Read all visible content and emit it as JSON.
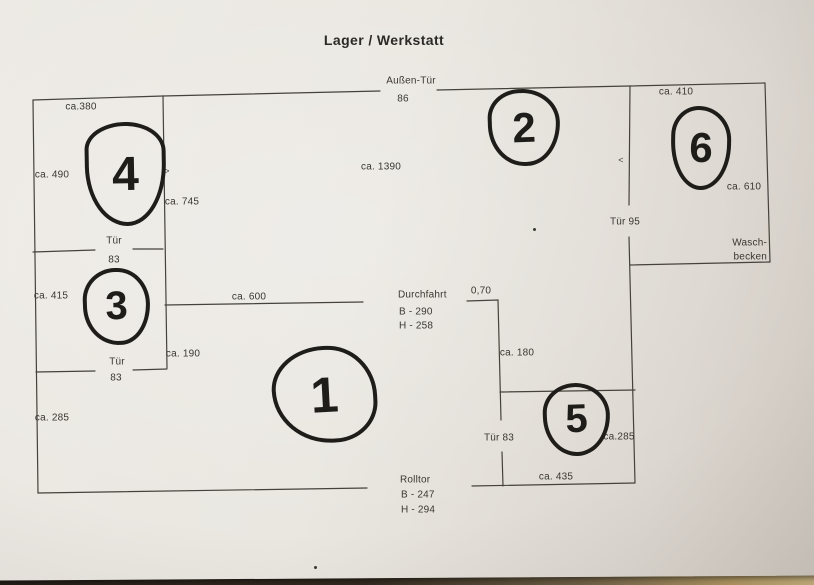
{
  "photo": {
    "paper_color": "#eae7e1",
    "paper_shadow_color": "#cec7bf",
    "background_color": "#171310",
    "table_edge_color": "#a8905f",
    "wall_ink_color": "#45423c",
    "pen_ink_color": "#1f1d1a"
  },
  "title": "Lager / Werkstatt",
  "rooms": [
    {
      "number": "1"
    },
    {
      "number": "2"
    },
    {
      "number": "3"
    },
    {
      "number": "4"
    },
    {
      "number": "5"
    },
    {
      "number": "6"
    }
  ],
  "labels": {
    "aussen_tuer": "Außen-Tür",
    "aussen_tuer_size": "86",
    "ca380": "ca.380",
    "ca490": "ca. 490",
    "chevron_right": ">",
    "ca745": "ca. 745",
    "ca1390": "ca. 1390",
    "chevron_left": "<",
    "ca410": "ca. 410",
    "ca610": "ca. 610",
    "tuer95": "Tür 95",
    "waschbecken_line1": "Wasch-",
    "waschbecken_line2": "becken",
    "tuer_4_3_word": "Tür",
    "tuer_4_3_size": "83",
    "ca415": "ca. 415",
    "ca600": "ca. 600",
    "durchfahrt_title": "Durchfahrt",
    "durchfahrt_b": "B - 290",
    "durchfahrt_h": "H - 258",
    "width_070": "0,70",
    "ca190": "ca. 190",
    "tuer_3_word": "Tür",
    "tuer_3_size": "83",
    "ca285_left": "ca. 285",
    "ca180": "ca. 180",
    "tuer83_room5": "Tür 83",
    "ca285_right": "ca.285",
    "ca435": "ca. 435",
    "rolltor_title": "Rolltor",
    "rolltor_b": "B - 247",
    "rolltor_h": "H - 294"
  }
}
